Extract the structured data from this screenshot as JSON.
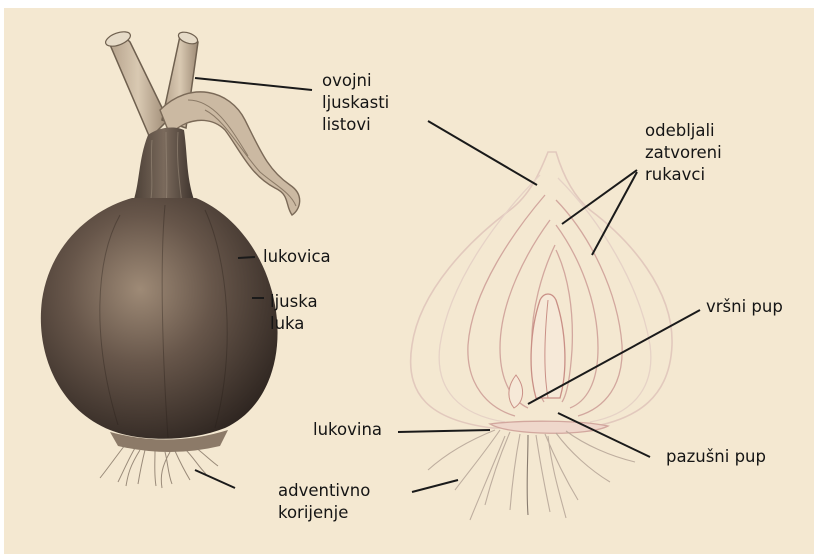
{
  "labels": {
    "ovojni": "ovojni\nljuskasti\nlistovi",
    "odebljali": "odebljali\nzatvoreni\nrukavci",
    "lukovica": "lukovica",
    "ljuska": "ljuska\nluka",
    "vrsni": "vršni pup",
    "lukovina": "lukovina",
    "pazusni": "pazušni pup",
    "adventivno": "adventivno\nkorijenje"
  }
}
